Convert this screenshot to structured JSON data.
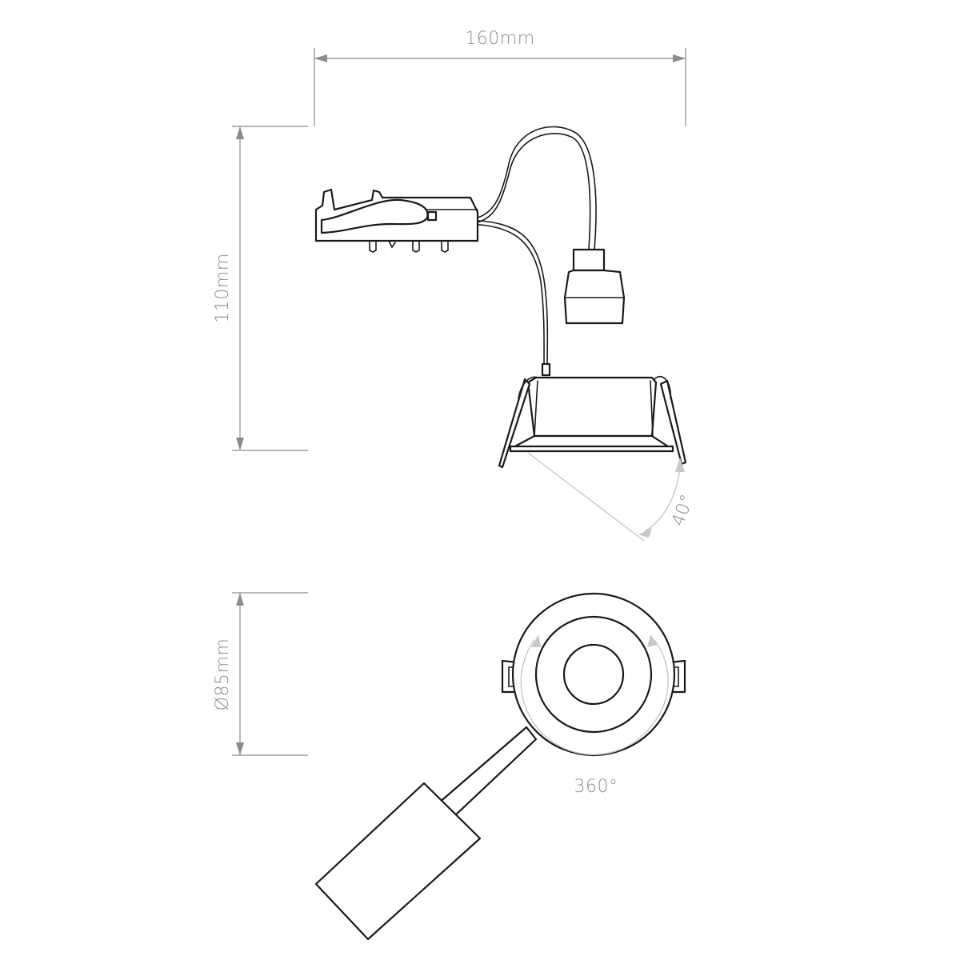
{
  "dimensions": {
    "width": "160mm",
    "height": "110mm",
    "diameter": "Ø85mm"
  },
  "angles": {
    "tilt": "40°",
    "rotation": "360°"
  },
  "colors": {
    "dimension_line": "#8c8c8c",
    "outline": "#1a1a1a",
    "rotation_indicator": "#c8c8c8",
    "background": "#ffffff"
  }
}
